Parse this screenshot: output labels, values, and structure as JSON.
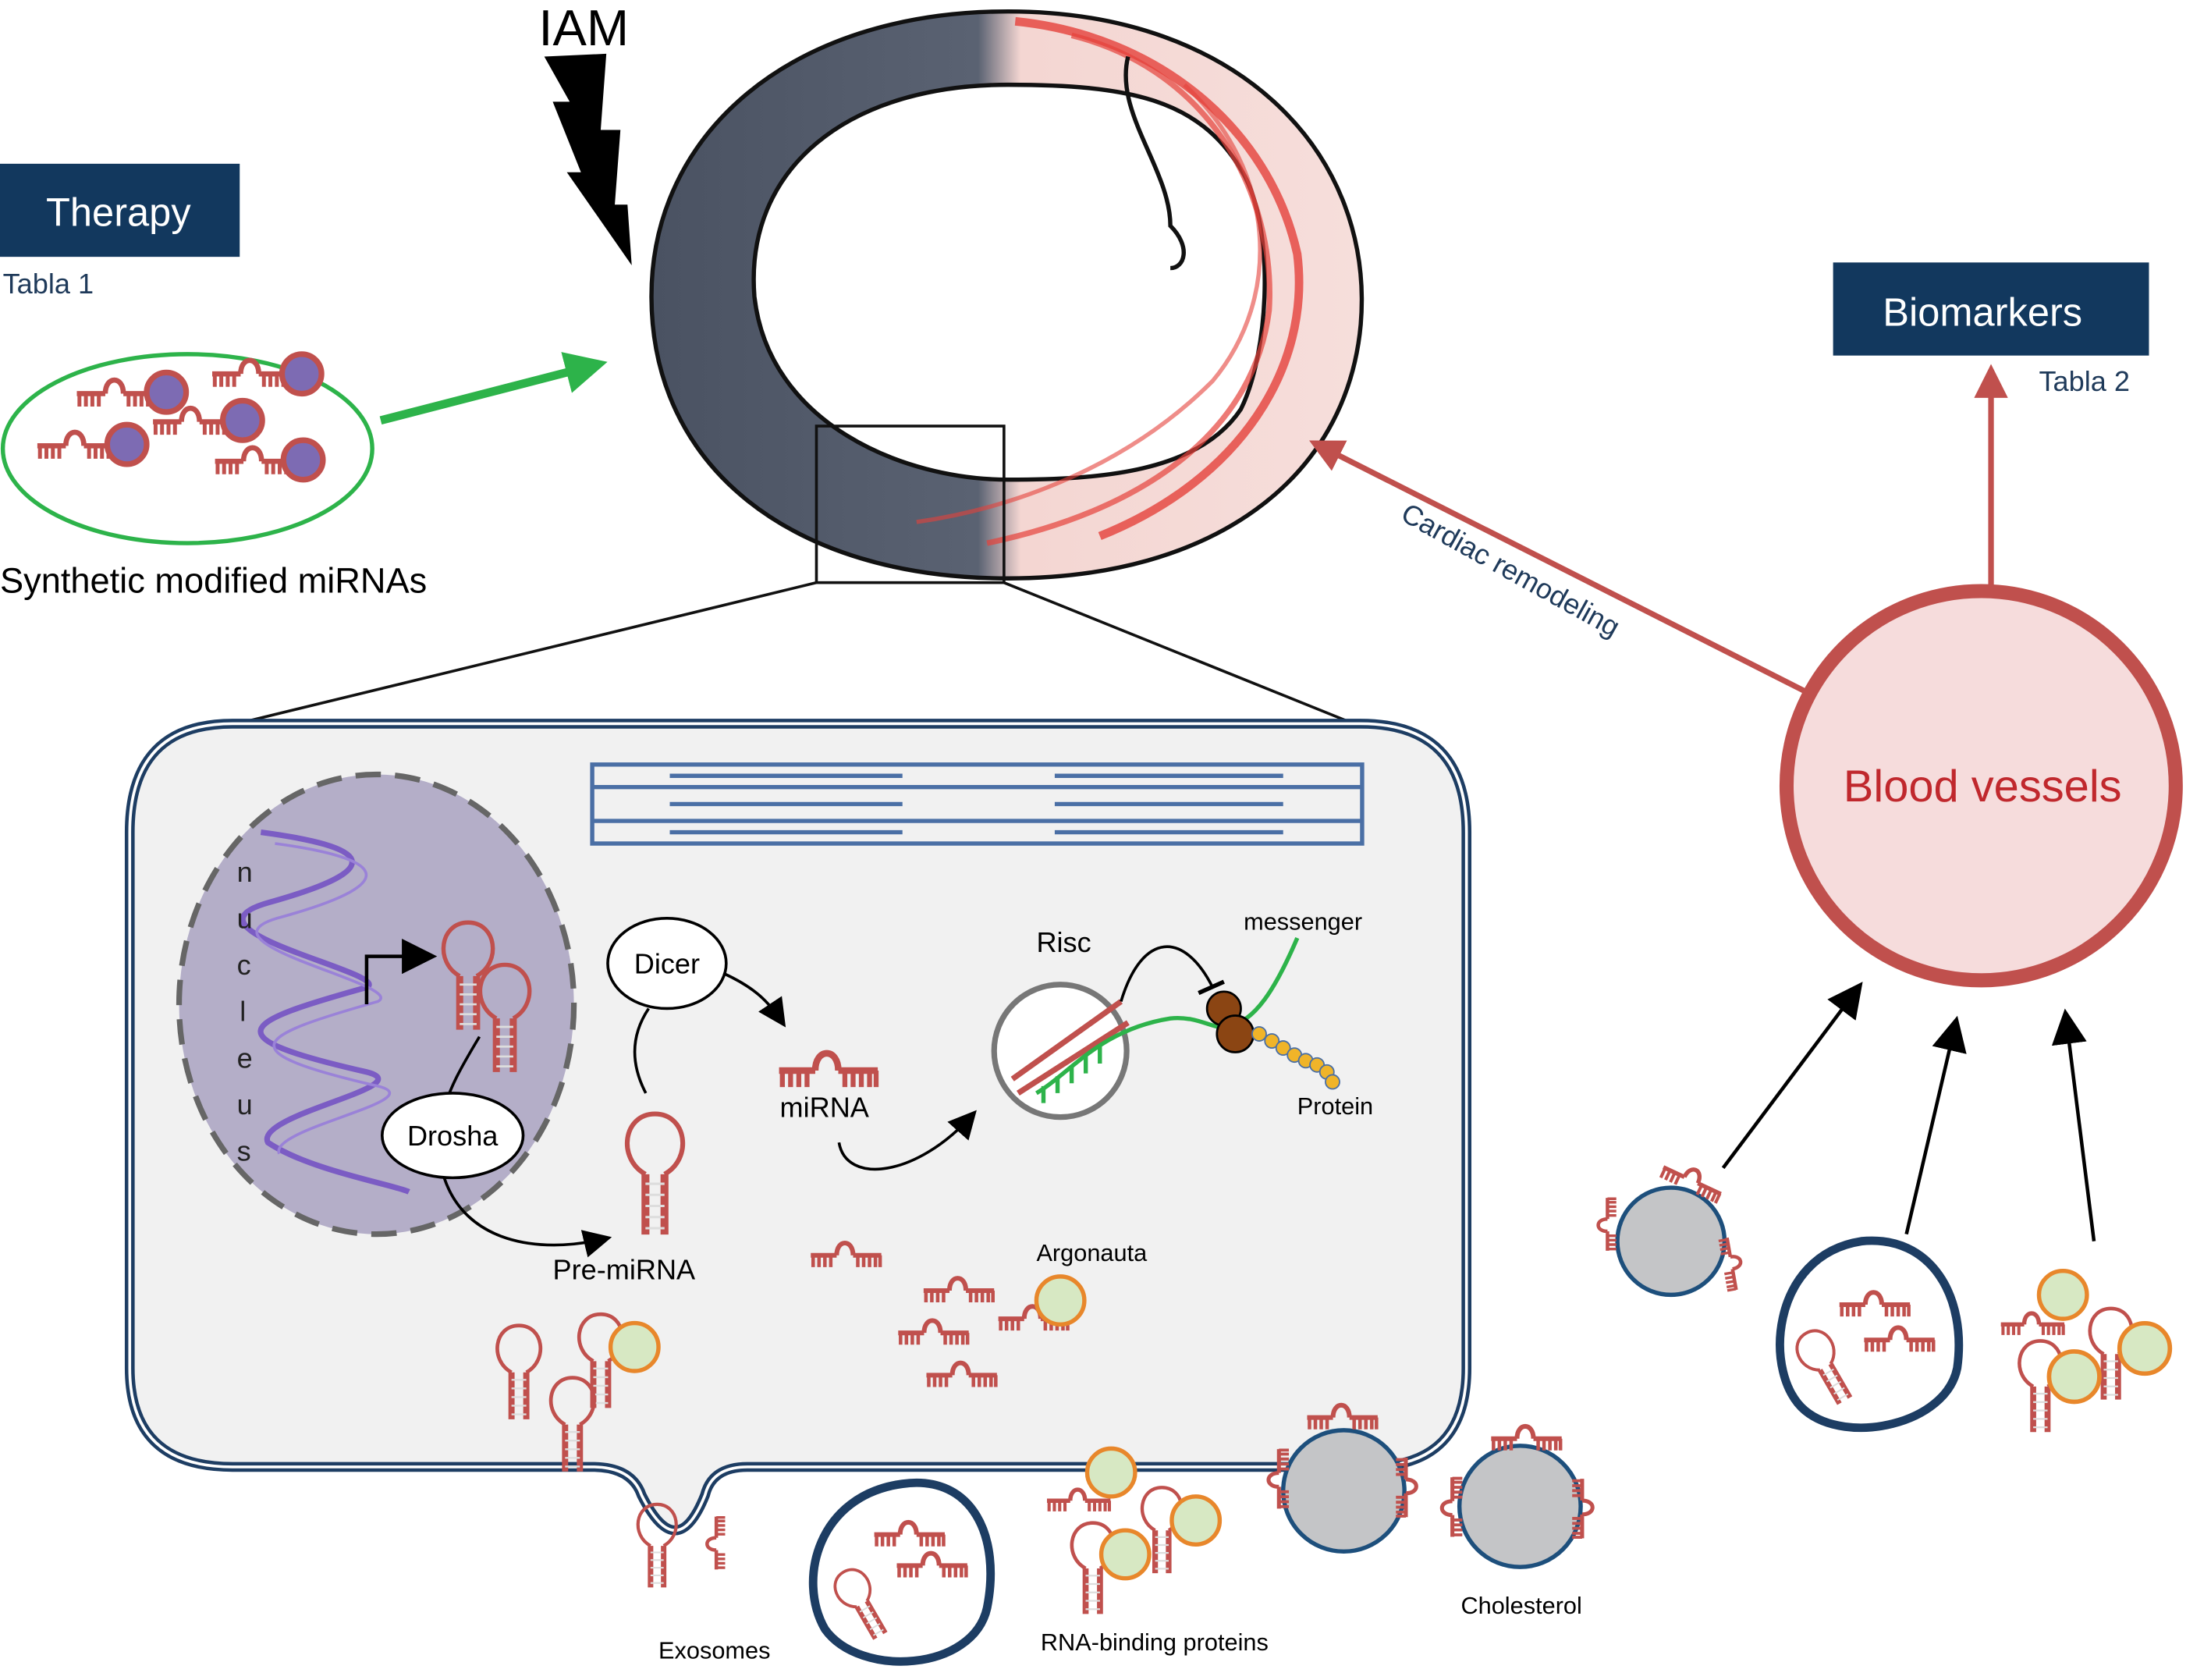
{
  "heart": {
    "event_label": "IAM"
  },
  "therapy": {
    "title": "Therapy",
    "table_ref": "Tabla 1",
    "caption": "Synthetic modified miRNAs"
  },
  "biomarkers": {
    "title": "Biomarkers",
    "table_ref": "Tabla 2"
  },
  "blood_vessels": {
    "label": "Blood vessels"
  },
  "cardiac_remodeling": {
    "label": "Cardiac remodeling"
  },
  "cell": {
    "nucleus_letters": [
      "n",
      "u",
      "c",
      "l",
      "e",
      "u",
      "s"
    ],
    "drosha": "Drosha",
    "dicer": "Dicer",
    "pre_mirna": "Pre-miRNA",
    "mirna": "miRNA",
    "risc": "Risc",
    "messenger": "messenger",
    "protein": "Protein",
    "argonauta": "Argonauta"
  },
  "carriers": {
    "exosomes": "Exosomes",
    "rna_binding_proteins": "RNA-binding proteins",
    "cholesterol": "Cholesterol"
  },
  "colors": {
    "navy": "#12385e",
    "green_arrow": "#2db34a",
    "mirna_red": "#c0504d",
    "blood_vessel_fill": "#f6dcdc",
    "argonaute_fill": "#d7e8c3",
    "argonaute_stroke": "#e8872b",
    "lipid_gray": "#c4c5c7"
  }
}
